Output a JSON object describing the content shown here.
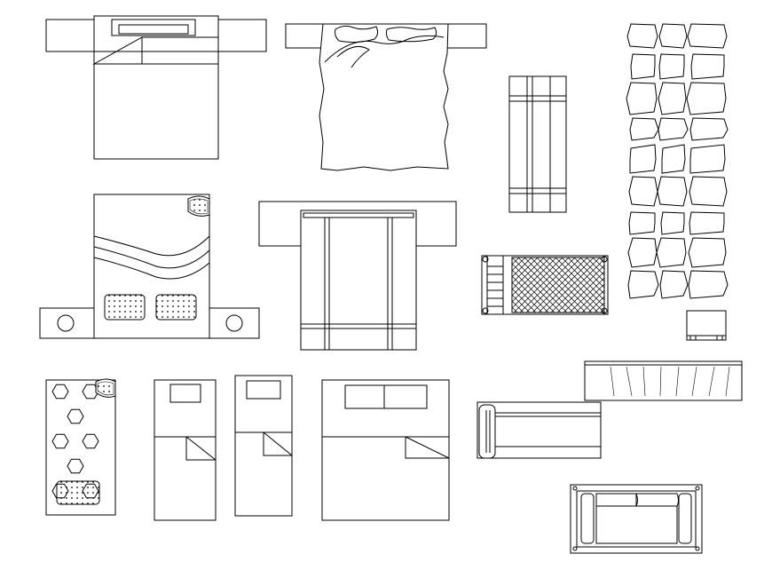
{
  "drawing": {
    "background": "#ffffff",
    "line_color": "#000000",
    "text_labels": []
  },
  "blocks": [
    "double-bed-with-nightstands",
    "double-bed-wavy-sheet",
    "bench",
    "stone-paving-strip",
    "double-bed-wave-blanket",
    "double-bed-quilted",
    "sun-lounger",
    "small-side-table",
    "single-bed-hexagon-pattern",
    "single-bed",
    "single-bed-narrow",
    "double-bed-two-pillows",
    "low-shelf",
    "daybed",
    "sofa"
  ]
}
